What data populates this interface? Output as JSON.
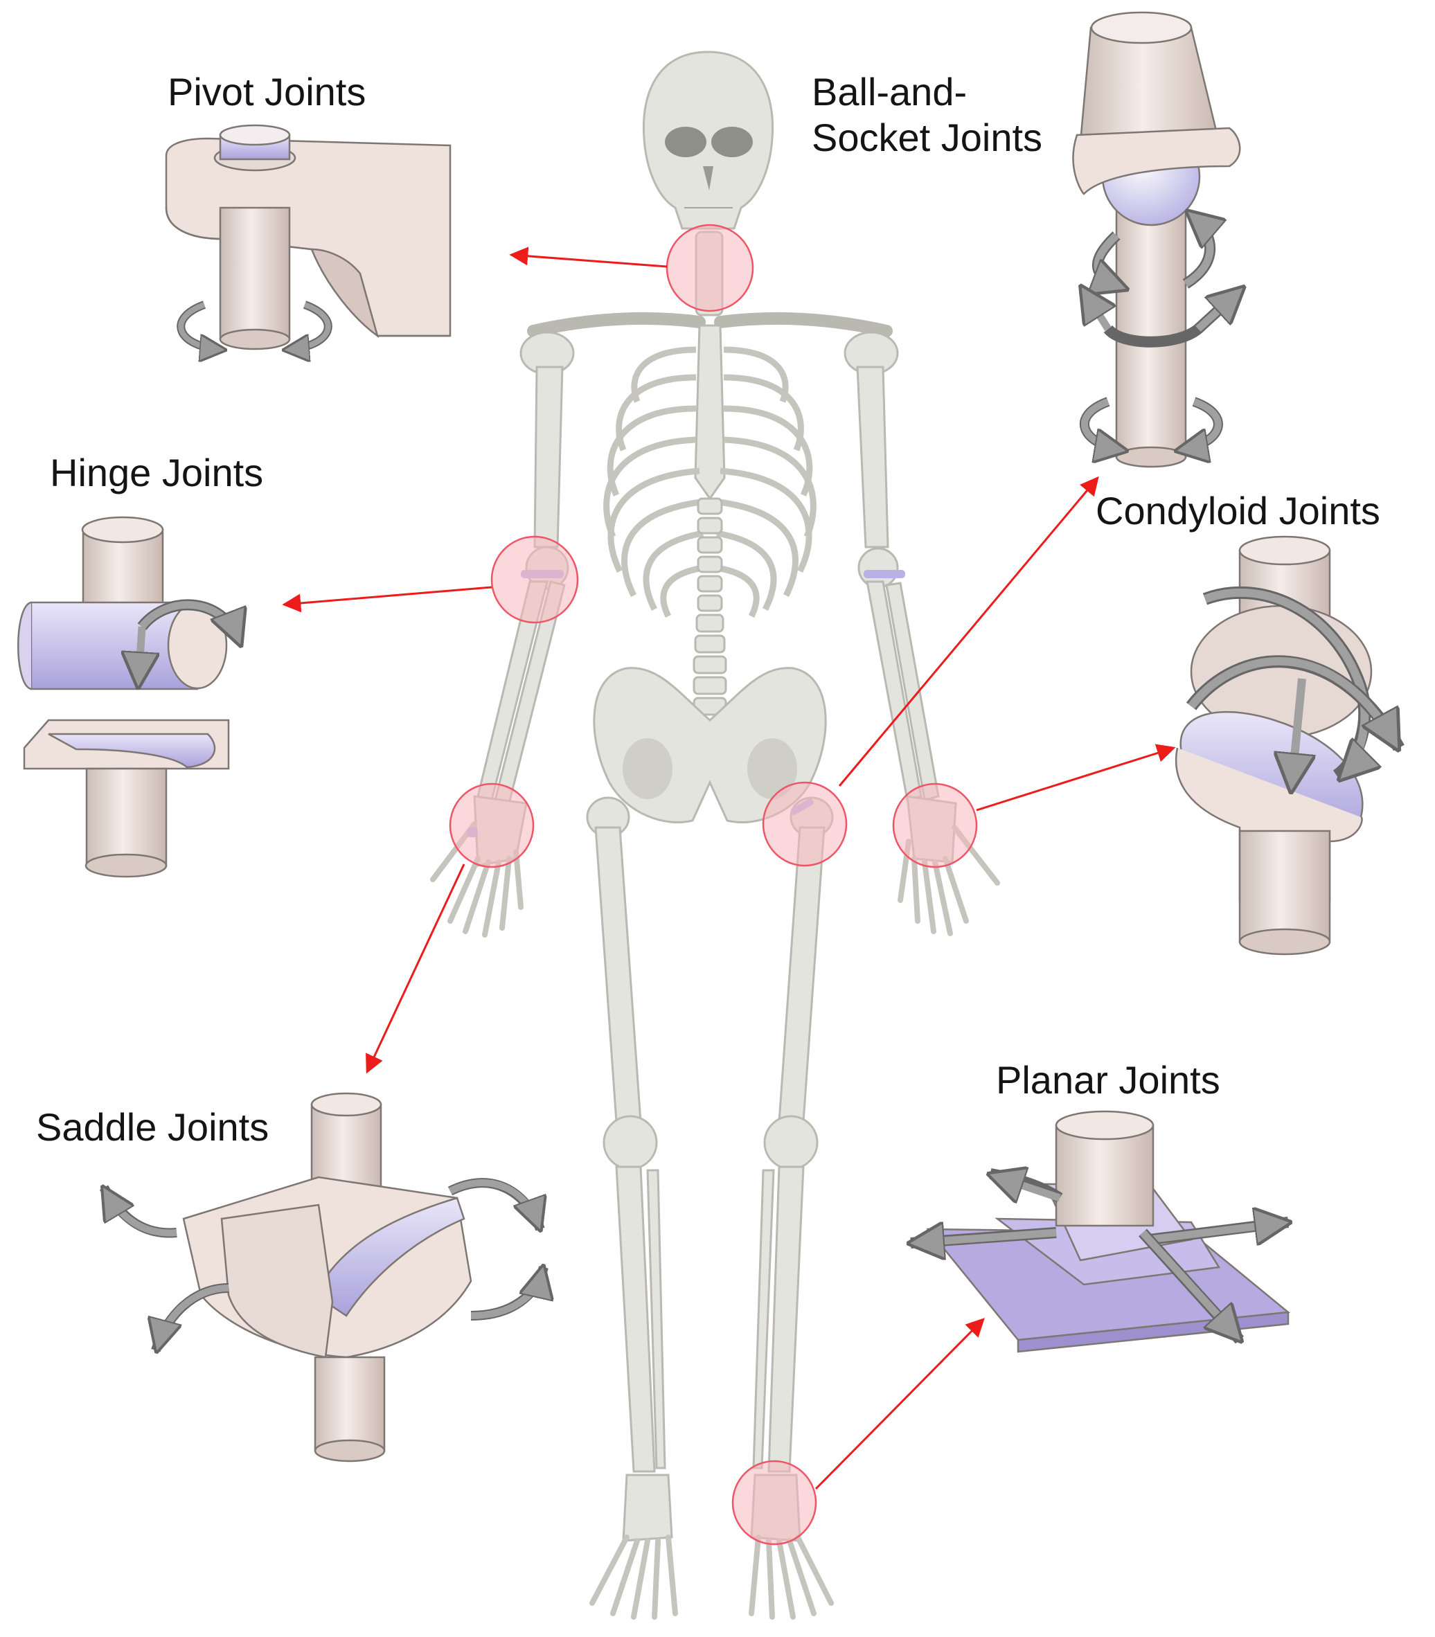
{
  "figure": {
    "labels": {
      "pivot": "Pivot Joints",
      "ball_socket_line1": "Ball-and-",
      "ball_socket_line2": "Socket Joints",
      "hinge": "Hinge Joints",
      "condyloid": "Condyloid Joints",
      "saddle": "Saddle Joints",
      "planar": "Planar Joints"
    },
    "colors": {
      "bone": "#e4e4de",
      "bone_outline": "#b9b9b1",
      "joint_highlight": "#f7b8bd",
      "pointer_arrow": "#ee1b1b",
      "cartilage": "#c8c2ea",
      "model_fill": "#efe2dd",
      "model_outline": "#7e7672",
      "motion_arrow": "#9a9a9a"
    },
    "icons": [
      "skeleton-icon",
      "pivot-joint-model-icon",
      "ball-socket-joint-model-icon",
      "hinge-joint-model-icon",
      "condyloid-joint-model-icon",
      "saddle-joint-model-icon",
      "planar-joint-model-icon"
    ]
  }
}
